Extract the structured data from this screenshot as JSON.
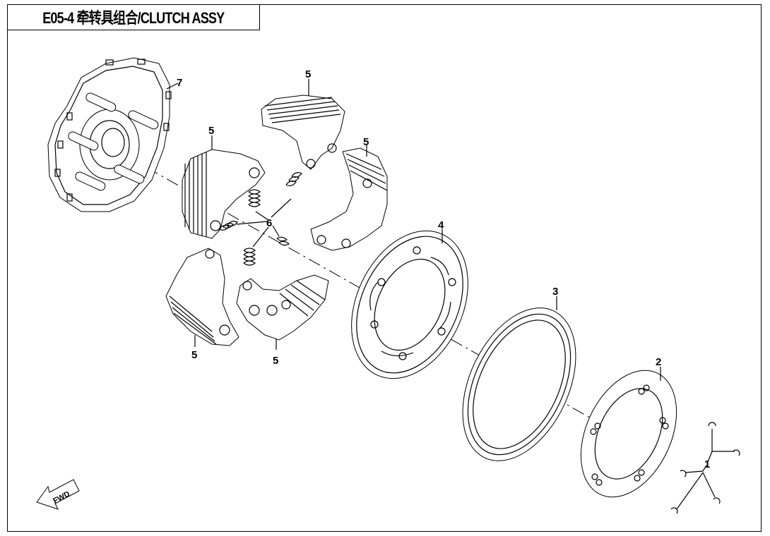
{
  "title": "E05-4 牵转具组合/CLUTCH ASSY",
  "direction_label": "FWD",
  "callouts": {
    "c1": "1",
    "c2": "2",
    "c3": "3",
    "c4": "4",
    "c5a": "5",
    "c5b": "5",
    "c5c": "5",
    "c5d": "5",
    "c5e": "5",
    "c6": "6",
    "c7": "7"
  }
}
